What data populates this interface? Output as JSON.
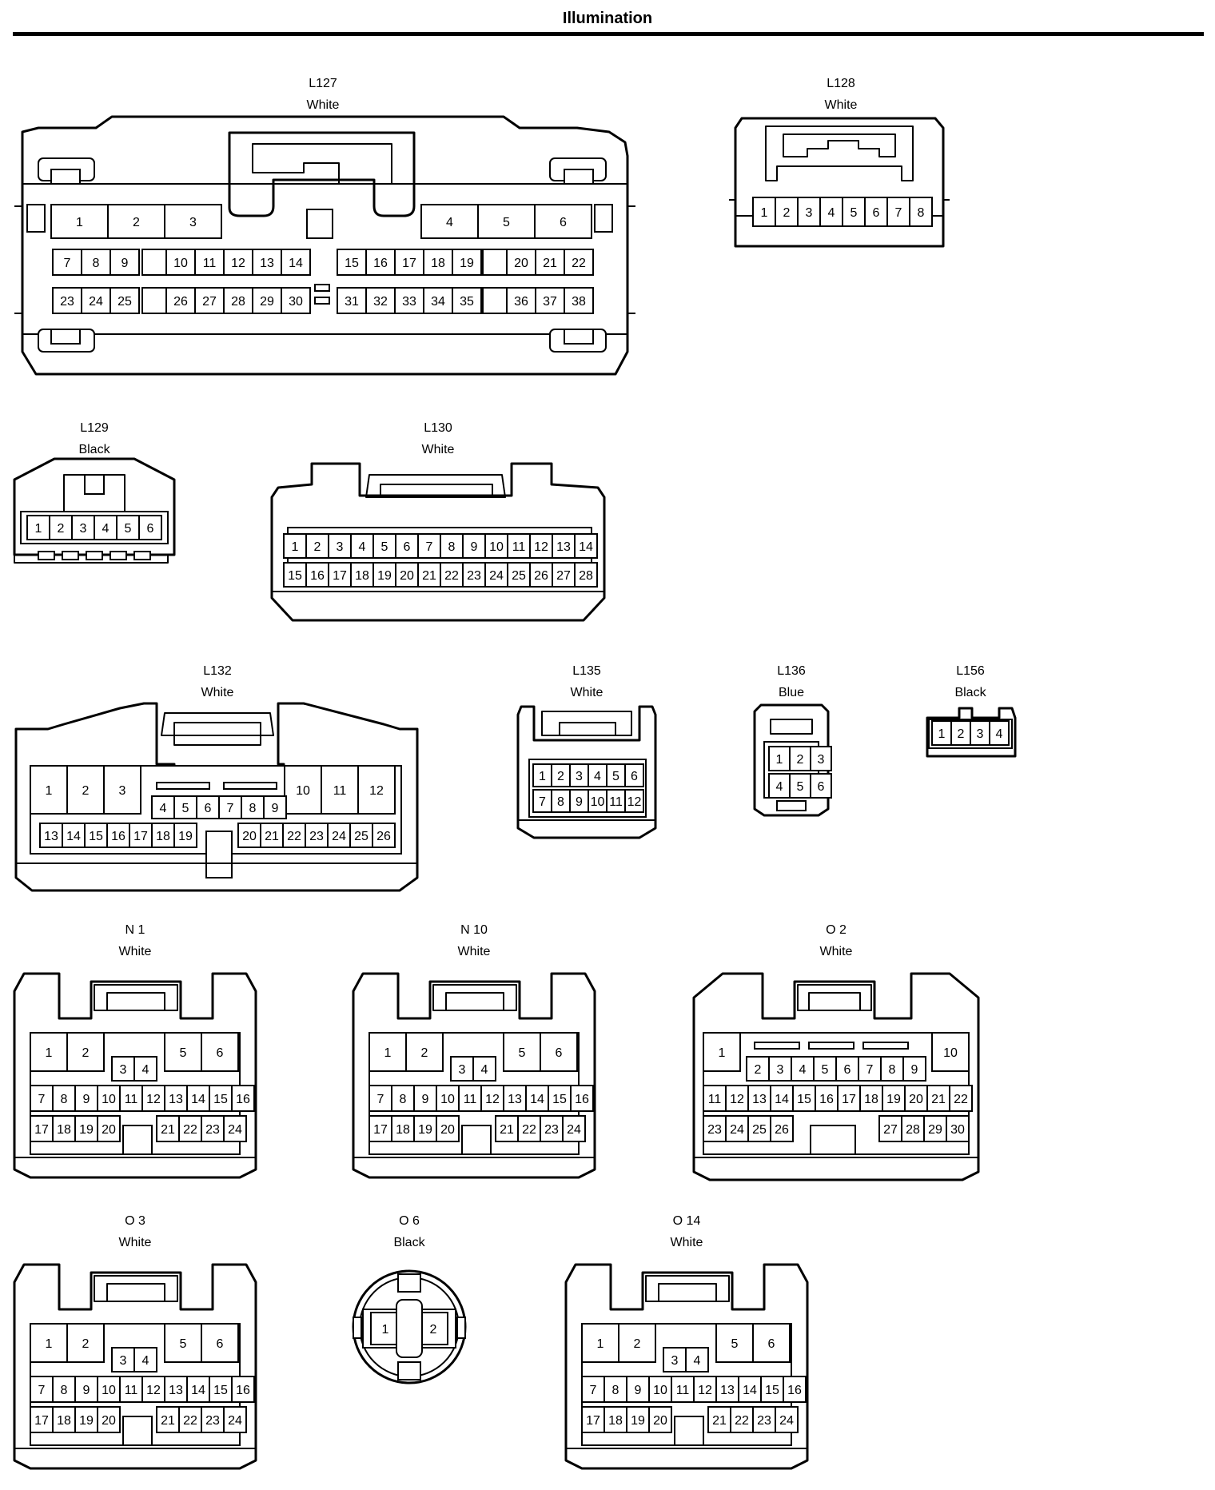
{
  "title": "Illumination",
  "connectors": [
    {
      "id": "L127",
      "color": "White"
    },
    {
      "id": "L128",
      "color": "White"
    },
    {
      "id": "L129",
      "color": "Black"
    },
    {
      "id": "L130",
      "color": "White"
    },
    {
      "id": "L132",
      "color": "White"
    },
    {
      "id": "L135",
      "color": "White"
    },
    {
      "id": "L136",
      "color": "Blue"
    },
    {
      "id": "L156",
      "color": "Black"
    },
    {
      "id": "N 1",
      "color": "White"
    },
    {
      "id": "N 10",
      "color": "White"
    },
    {
      "id": "O 2",
      "color": "White"
    },
    {
      "id": "O 3",
      "color": "White"
    },
    {
      "id": "O 6",
      "color": "Black"
    },
    {
      "id": "O 14",
      "color": "White"
    }
  ]
}
